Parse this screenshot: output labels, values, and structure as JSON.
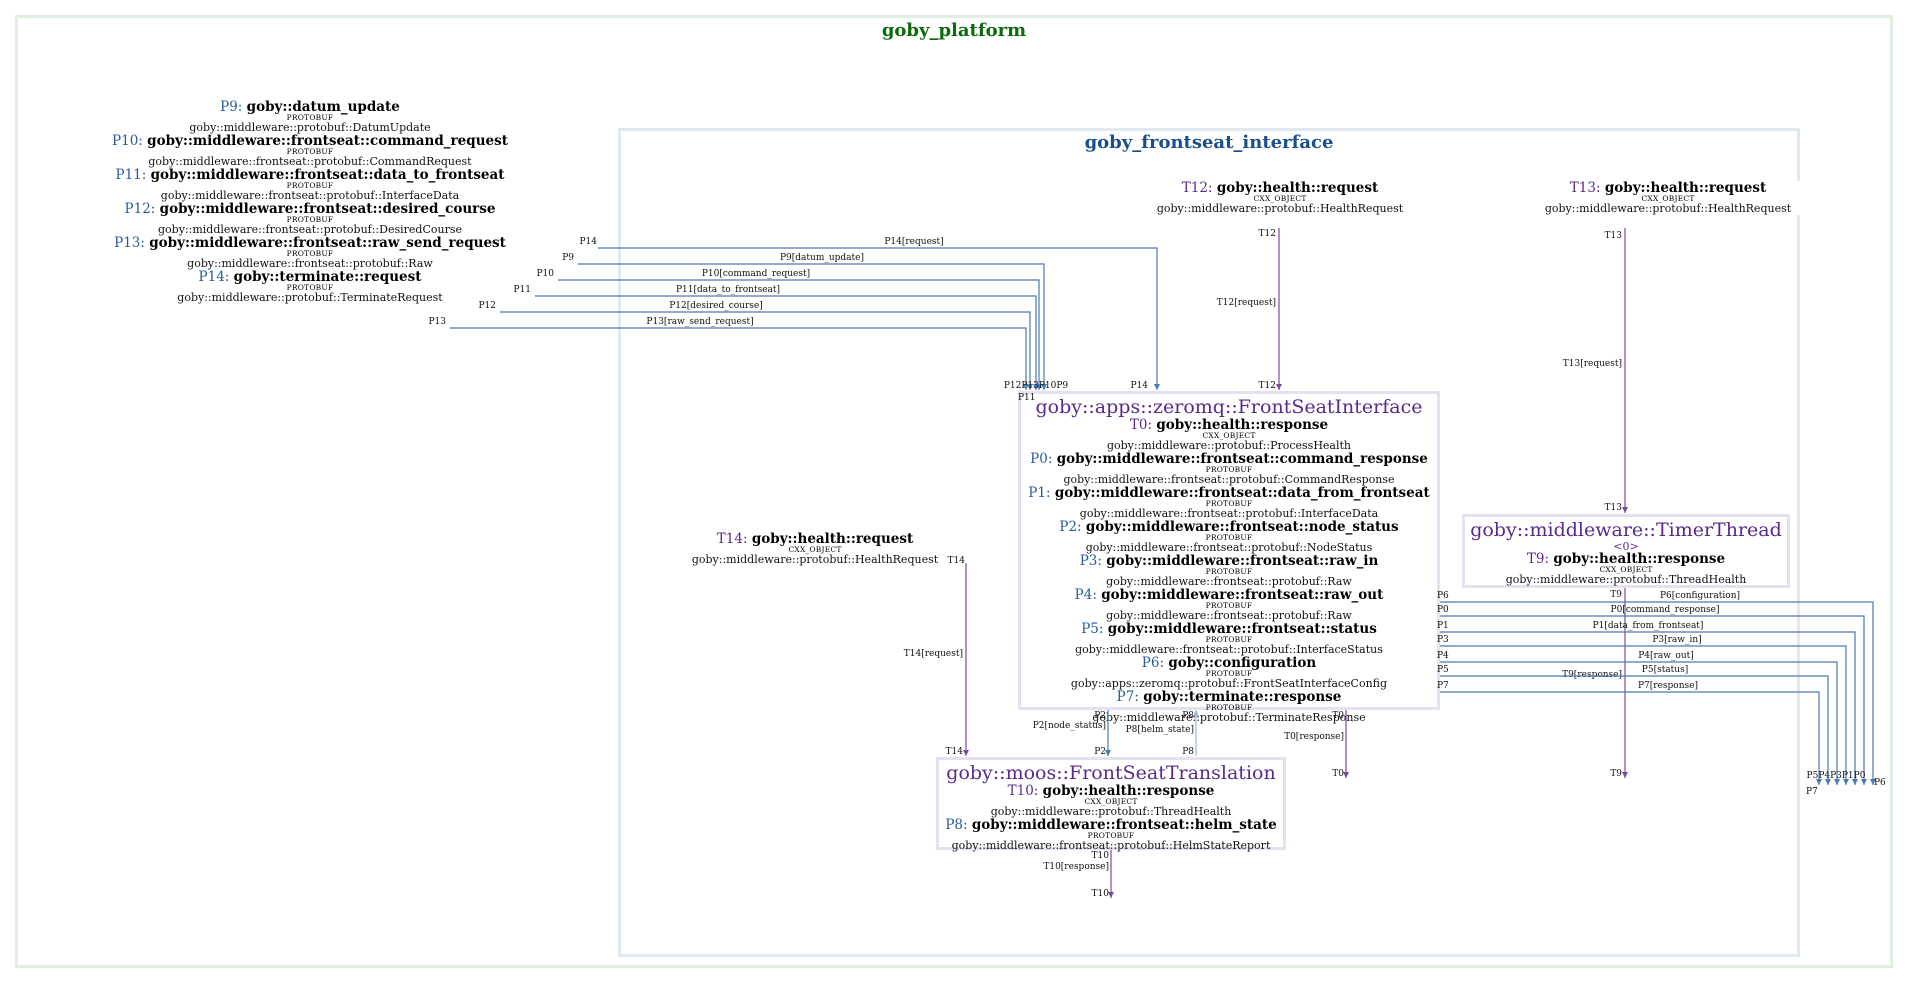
{
  "clusters": {
    "outer": {
      "title": "goby_platform",
      "color": "#0b6b0b"
    },
    "inner": {
      "title": "goby_frontseat_interface",
      "color": "#1b4f8a"
    }
  },
  "colors": {
    "publish_id": "#2a5a9a",
    "thread_id": "#5a2a8a",
    "node_title": "#5a2a8a",
    "edge_protobuf": "#4a7ab0",
    "edge_cxx": "#7a4aa8",
    "edge_light": "#9ab8d8"
  },
  "external_publishers": [
    {
      "id": "P9:",
      "name": "goby::datum_update",
      "kind": "PROTOBUF",
      "type": "goby::middleware::protobuf::DatumUpdate"
    },
    {
      "id": "P10:",
      "name": "goby::middleware::frontseat::command_request",
      "kind": "PROTOBUF",
      "type": "goby::middleware::frontseat::protobuf::CommandRequest"
    },
    {
      "id": "P11:",
      "name": "goby::middleware::frontseat::data_to_frontseat",
      "kind": "PROTOBUF",
      "type": "goby::middleware::frontseat::protobuf::InterfaceData"
    },
    {
      "id": "P12:",
      "name": "goby::middleware::frontseat::desired_course",
      "kind": "PROTOBUF",
      "type": "goby::middleware::frontseat::protobuf::DesiredCourse"
    },
    {
      "id": "P13:",
      "name": "goby::middleware::frontseat::raw_send_request",
      "kind": "PROTOBUF",
      "type": "goby::middleware::frontseat::protobuf::Raw"
    },
    {
      "id": "P14:",
      "name": "goby::terminate::request",
      "kind": "PROTOBUF",
      "type": "goby::middleware::protobuf::TerminateRequest"
    }
  ],
  "t12": {
    "id": "T12:",
    "name": "goby::health::request",
    "kind": "CXX_OBJECT",
    "type": "goby::middleware::protobuf::HealthRequest"
  },
  "t13": {
    "id": "T13:",
    "name": "goby::health::request",
    "kind": "CXX_OBJECT",
    "type": "goby::middleware::protobuf::HealthRequest"
  },
  "t14": {
    "id": "T14:",
    "name": "goby::health::request",
    "kind": "CXX_OBJECT",
    "type": "goby::middleware::protobuf::HealthRequest"
  },
  "frontseat_interface": {
    "title": "goby::apps::zeromq::FrontSeatInterface",
    "items": [
      {
        "id": "T0:",
        "idkind": "thread",
        "name": "goby::health::response",
        "kind": "CXX_OBJECT",
        "type": "goby::middleware::protobuf::ProcessHealth"
      },
      {
        "id": "P0:",
        "idkind": "publish",
        "name": "goby::middleware::frontseat::command_response",
        "kind": "PROTOBUF",
        "type": "goby::middleware::frontseat::protobuf::CommandResponse"
      },
      {
        "id": "P1:",
        "idkind": "publish",
        "name": "goby::middleware::frontseat::data_from_frontseat",
        "kind": "PROTOBUF",
        "type": "goby::middleware::frontseat::protobuf::InterfaceData"
      },
      {
        "id": "P2:",
        "idkind": "publish",
        "name": "goby::middleware::frontseat::node_status",
        "kind": "PROTOBUF",
        "type": "goby::middleware::frontseat::protobuf::NodeStatus"
      },
      {
        "id": "P3:",
        "idkind": "publish",
        "name": "goby::middleware::frontseat::raw_in",
        "kind": "PROTOBUF",
        "type": "goby::middleware::frontseat::protobuf::Raw"
      },
      {
        "id": "P4:",
        "idkind": "publish",
        "name": "goby::middleware::frontseat::raw_out",
        "kind": "PROTOBUF",
        "type": "goby::middleware::frontseat::protobuf::Raw"
      },
      {
        "id": "P5:",
        "idkind": "publish",
        "name": "goby::middleware::frontseat::status",
        "kind": "PROTOBUF",
        "type": "goby::middleware::frontseat::protobuf::InterfaceStatus"
      },
      {
        "id": "P6:",
        "idkind": "publish",
        "name": "goby::configuration",
        "kind": "PROTOBUF",
        "type": "goby::apps::zeromq::protobuf::FrontSeatInterfaceConfig"
      },
      {
        "id": "P7:",
        "idkind": "publish",
        "name": "goby::terminate::response",
        "kind": "PROTOBUF",
        "type": "goby::middleware::protobuf::TerminateResponse"
      }
    ]
  },
  "timer_thread": {
    "title": "goby::middleware::TimerThread",
    "subtitle": "<0>",
    "items": [
      {
        "id": "T9:",
        "idkind": "thread",
        "name": "goby::health::response",
        "kind": "CXX_OBJECT",
        "type": "goby::middleware::protobuf::ThreadHealth"
      }
    ]
  },
  "frontseat_translation": {
    "title": "goby::moos::FrontSeatTranslation",
    "items": [
      {
        "id": "T10:",
        "idkind": "thread",
        "name": "goby::health::response",
        "kind": "CXX_OBJECT",
        "type": "goby::middleware::protobuf::ThreadHealth"
      },
      {
        "id": "P8:",
        "idkind": "publish",
        "name": "goby::middleware::frontseat::helm_state",
        "kind": "PROTOBUF",
        "type": "goby::middleware::frontseat::protobuf::HelmStateReport"
      }
    ]
  },
  "edges": [
    {
      "key": "p14",
      "tail": "P14",
      "label": "P14[request]",
      "head": "P14"
    },
    {
      "key": "p9",
      "tail": "P9",
      "label": "P9[datum_update]",
      "head": "P9"
    },
    {
      "key": "p10",
      "tail": "P10",
      "label": "P10[command_request]",
      "head": "P10"
    },
    {
      "key": "p11",
      "tail": "P11",
      "label": "P11[data_to_frontseat]",
      "head": "P11"
    },
    {
      "key": "p12",
      "tail": "P12",
      "label": "P12[desired_course]",
      "head": "P12"
    },
    {
      "key": "p13",
      "tail": "P13",
      "label": "P13[raw_send_request]",
      "head": "P13"
    },
    {
      "key": "t12",
      "tail": "T12",
      "label": "T12[request]",
      "head": "T12"
    },
    {
      "key": "t13",
      "tail": "T13",
      "label": "T13[request]",
      "head": "T13"
    },
    {
      "key": "t14",
      "tail": "T14",
      "label": "T14[request]",
      "head": "T14"
    },
    {
      "key": "p2",
      "tail": "P2",
      "label": "P2[node_status]",
      "head": "P2"
    },
    {
      "key": "p8",
      "tail": "P8",
      "label": "P8[helm_state]",
      "head": "P8"
    },
    {
      "key": "t0",
      "tail": "T0",
      "label": "T0[response]",
      "head": "T0"
    },
    {
      "key": "t10",
      "tail": "T10",
      "label": "T10[response]",
      "head": "T10"
    },
    {
      "key": "t9",
      "tail": "T9",
      "label": "T9[response]",
      "head": "T9"
    },
    {
      "key": "p6",
      "tail": "P6",
      "label": "P6[configuration]",
      "head": "P6"
    },
    {
      "key": "p0",
      "tail": "P0",
      "label": "P0[command_response]",
      "head": "P0"
    },
    {
      "key": "p1",
      "tail": "P1",
      "label": "P1[data_from_frontseat]",
      "head": "P1"
    },
    {
      "key": "p3",
      "tail": "P3",
      "label": "P3[raw_in]",
      "head": "P3"
    },
    {
      "key": "p4",
      "tail": "P4",
      "label": "P4[raw_out]",
      "head": "P4"
    },
    {
      "key": "p5",
      "tail": "P5",
      "label": "P5[status]",
      "head": "P5"
    },
    {
      "key": "p7",
      "tail": "P7",
      "label": "P7[response]",
      "head": "P7"
    }
  ]
}
